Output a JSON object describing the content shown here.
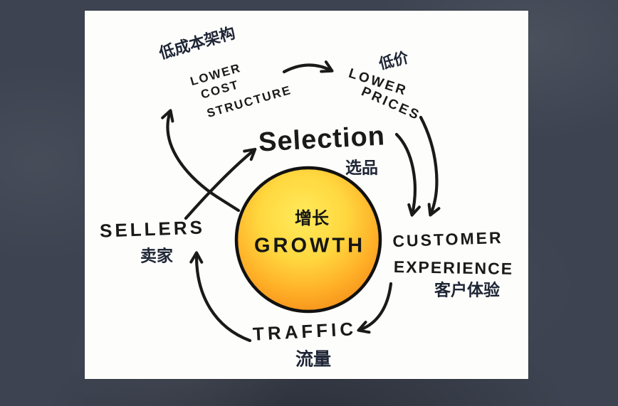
{
  "diagram": {
    "title_semantic": "Amazon growth flywheel sketch",
    "center": {
      "zh": "增长",
      "en": "GROWTH"
    },
    "nodes": {
      "lower_cost_structure": {
        "zh": "低成本架构",
        "lines": [
          "LOWER",
          "COST",
          "STRUCTURE"
        ]
      },
      "lower_prices": {
        "zh": "低价",
        "lines": [
          "LOWER",
          "PRICES"
        ]
      },
      "selection": {
        "zh": "选品",
        "en": "Selection"
      },
      "customer_experience": {
        "zh": "客户体验",
        "lines": [
          "CUSTOMER",
          "EXPERIENCE"
        ]
      },
      "traffic": {
        "zh": "流量",
        "en": "TRAFFIC"
      },
      "sellers": {
        "zh": "卖家",
        "en": "SELLERS"
      }
    },
    "flows": [
      "sellers -> selection",
      "sellers -> lower_cost_structure",
      "lower_cost_structure -> lower_prices",
      "lower_prices -> customer_experience",
      "selection -> customer_experience",
      "customer_experience -> traffic",
      "traffic -> sellers",
      "sellers -> growth"
    ],
    "colors": {
      "background": "#3d4350",
      "card": "#fdfdfb",
      "ink": "#1a1a1a",
      "cjk_ink": "#1e2535",
      "circle_highlight": "#ffea5c",
      "circle_mid": "#ffc83a",
      "circle_edge": "#ef8014",
      "circle_outline": "#111111"
    }
  }
}
